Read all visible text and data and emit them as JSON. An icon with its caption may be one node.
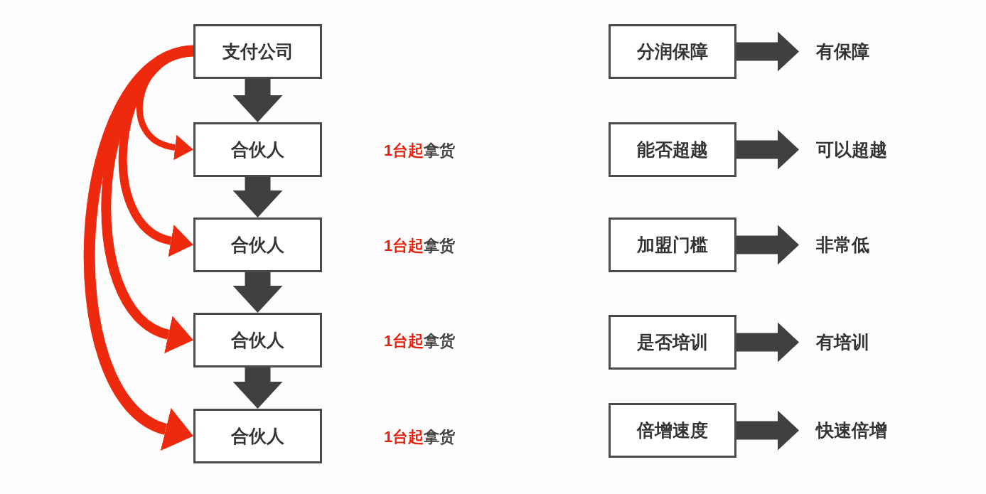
{
  "diagram": {
    "nodes": [
      {
        "text": [
          "支付公司"
        ]
      },
      {
        "text": [
          "合伙人"
        ],
        "beside": [
          "**1台起**拿货"
        ]
      },
      {
        "text": [
          "合伙人"
        ],
        "beside": [
          "**1台起**拿货"
        ]
      },
      {
        "text": [
          "合伙人"
        ],
        "beside": [
          "**1台起**拿货"
        ]
      },
      {
        "text": [
          "合伙人"
        ],
        "beside": [
          "**1台起**拿货"
        ]
      },
      {
        "text": [
          "分润保障"
        ]
      },
      {
        "text": [
          "有保障"
        ]
      },
      {
        "text": [
          "能否超越"
        ]
      },
      {
        "text": [
          "可以超越"
        ]
      },
      {
        "text": [
          "加盟门槛"
        ]
      },
      {
        "text": [
          "非常低"
        ]
      },
      {
        "text": [
          "是否培训"
        ]
      },
      {
        "text": [
          "有培训"
        ]
      },
      {
        "text": [
          "倍增速度"
        ]
      },
      {
        "text": [
          "快速倍增"
        ]
      }
    ],
    "edges": [
      {
        "from": 0,
        "to": 1,
        "arrow": "to"
      },
      {
        "from": 1,
        "to": 2,
        "arrow": "to"
      },
      {
        "from": 2,
        "to": 3,
        "arrow": "to"
      },
      {
        "from": 3,
        "to": 4,
        "arrow": "to"
      },
      {
        "from": 0,
        "to": 1,
        "arrow": "to",
        "color": "#ee2a0e"
      },
      {
        "from": 0,
        "to": 2,
        "arrow": "to",
        "color": "#ee2a0e"
      },
      {
        "from": 0,
        "to": 3,
        "arrow": "to",
        "color": "#ee2a0e"
      },
      {
        "from": 0,
        "to": 4,
        "arrow": "to",
        "color": "#ee2a0e"
      },
      {
        "from": 5,
        "to": 6,
        "arrow": "to"
      },
      {
        "from": 7,
        "to": 8,
        "arrow": "to"
      },
      {
        "from": 9,
        "to": 10,
        "arrow": "to"
      },
      {
        "from": 11,
        "to": 12,
        "arrow": "to"
      },
      {
        "from": 13,
        "to": 14,
        "arrow": "to"
      }
    ]
  }
}
